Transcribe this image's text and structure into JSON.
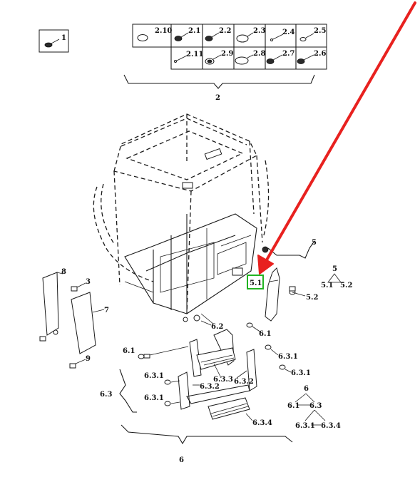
{
  "callouts": {
    "c1": "1",
    "c2": "2",
    "c2_1": "2.1",
    "c2_2": "2.2",
    "c2_3": "2.3",
    "c2_4": "2.4",
    "c2_5": "2.5",
    "c2_6": "2.6",
    "c2_7": "2.7",
    "c2_8": "2.8",
    "c2_9": "2.9",
    "c2_10": "2.10",
    "c2_11": "2.11",
    "c3": "3",
    "c5": "5",
    "c5_1": "5.1",
    "c5_2": "5.2",
    "c6": "6",
    "c6_1": "6.1",
    "c6_2": "6.2",
    "c6_3": "6.3",
    "c6_3_1": "6.3.1",
    "c6_3_2": "6.3.2",
    "c6_3_3": "6.3.3",
    "c6_3_4": "6.3.4",
    "c7": "7",
    "c8": "8",
    "c9": "9"
  },
  "colors": {
    "arrow": "#e8211f",
    "highlight": "#21b321",
    "ink": "#1a1a1a"
  },
  "icons": [
    "cab-frame-drawing",
    "step-assembly-drawing",
    "side-panel-drawing",
    "pointer-arrow-icon"
  ]
}
